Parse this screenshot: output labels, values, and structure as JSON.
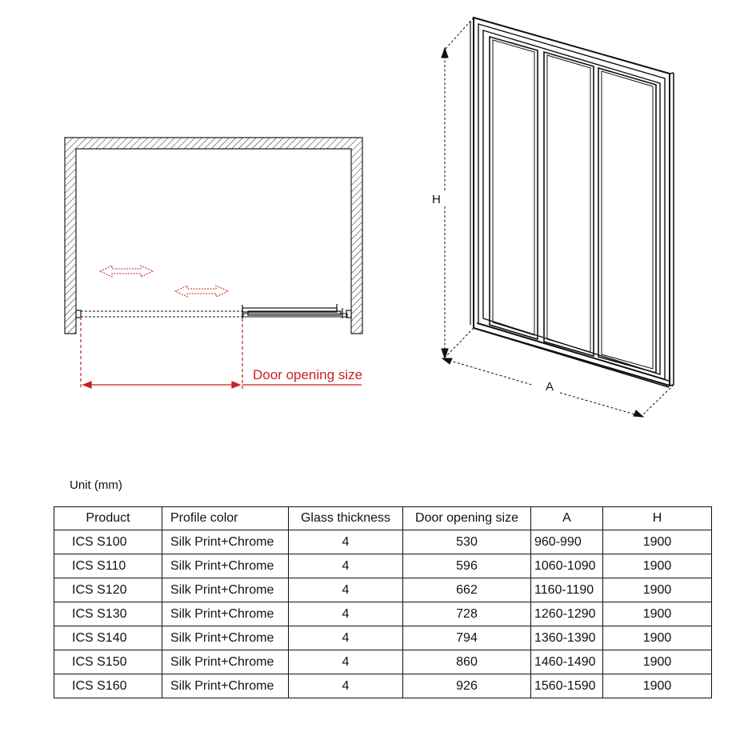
{
  "plan_view": {
    "dimension_label": "Door opening size",
    "accent_color": "#cc1f1f"
  },
  "elevation_view": {
    "height_label": "H",
    "width_label": "A"
  },
  "spec_table": {
    "unit_label": "Unit (mm)",
    "columns": [
      "Product",
      "Profile color",
      "Glass thickness",
      "Door opening size",
      "A",
      "H"
    ],
    "rows": [
      [
        "ICS  S100",
        "Silk Print+Chrome",
        "4",
        "530",
        "960-990",
        "1900"
      ],
      [
        "ICS  S110",
        "Silk Print+Chrome",
        "4",
        "596",
        "1060-1090",
        "1900"
      ],
      [
        "ICS  S120",
        "Silk Print+Chrome",
        "4",
        "662",
        "1160-1190",
        "1900"
      ],
      [
        "ICS  S130",
        "Silk Print+Chrome",
        "4",
        "728",
        "1260-1290",
        "1900"
      ],
      [
        "ICS  S140",
        "Silk Print+Chrome",
        "4",
        "794",
        "1360-1390",
        "1900"
      ],
      [
        "ICS  S150",
        "Silk Print+Chrome",
        "4",
        "860",
        "1460-1490",
        "1900"
      ],
      [
        "ICS  S160",
        "Silk Print+Chrome",
        "4",
        "926",
        "1560-1590",
        "1900"
      ]
    ]
  }
}
